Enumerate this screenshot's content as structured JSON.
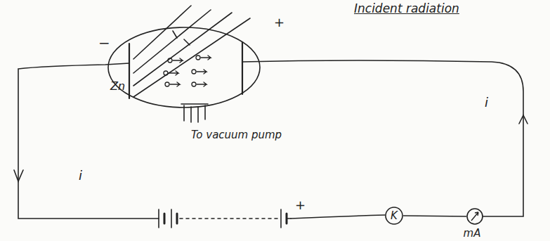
{
  "diagram": {
    "nodes": [
      {
        "text": [
          "K"
        ]
      },
      {
        "text": [
          "mA"
        ]
      }
    ],
    "edges": [
      {
        "from": 0,
        "to": 1,
        "arrow": "none"
      }
    ],
    "labels": [
      "Incident radiation",
      "−",
      "Zn",
      "+",
      "To vacuum pump",
      "i",
      "i",
      "+"
    ]
  }
}
